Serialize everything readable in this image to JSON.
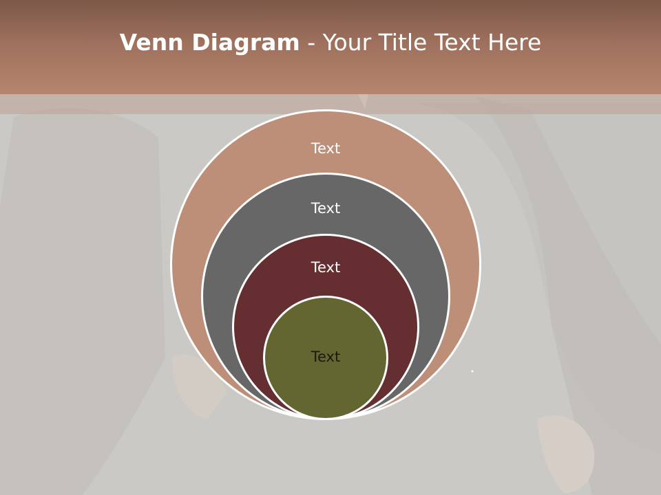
{
  "slide": {
    "title_bold": "Venn Diagram",
    "title_rest": " - Your Title Text Here"
  },
  "diagram": {
    "type": "nested-circles",
    "circles": [
      {
        "label": "Text",
        "color": "#bd8f78"
      },
      {
        "label": "Text",
        "color": "#676767"
      },
      {
        "label": "Text",
        "color": "#652f31"
      },
      {
        "label": "Text",
        "color": "#646631"
      }
    ]
  },
  "colors": {
    "title_bar": "#9e705d",
    "background": "#cbc9c5",
    "outline": "#ffffff"
  }
}
